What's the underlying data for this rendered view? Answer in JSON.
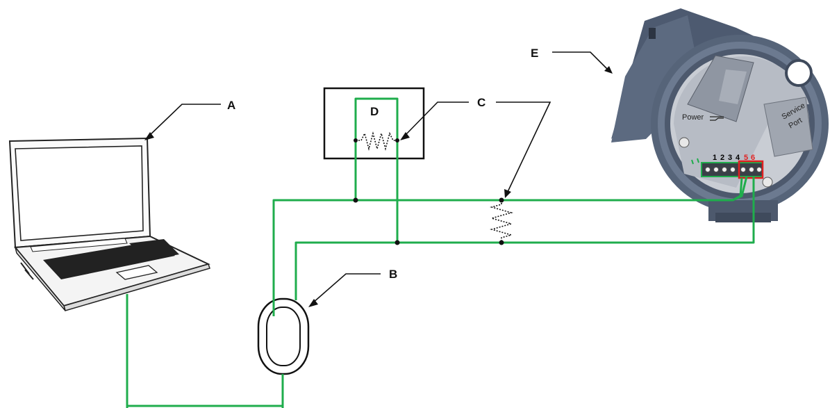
{
  "callouts": {
    "a": "A",
    "b": "B",
    "c": "C",
    "d": "D",
    "e": "E"
  },
  "device": {
    "power_label": "Power",
    "service_port_label_1": "Service",
    "service_port_label_2": "Port",
    "terminal_numbers": [
      "1",
      "2",
      "3",
      "4"
    ],
    "terminal_numbers_active": [
      "5",
      "6"
    ]
  },
  "colors": {
    "wire": "#1fad4c",
    "housing": "#5f6c82",
    "housing_dark": "#3f4a5c",
    "terminal_red": "#e02020"
  }
}
